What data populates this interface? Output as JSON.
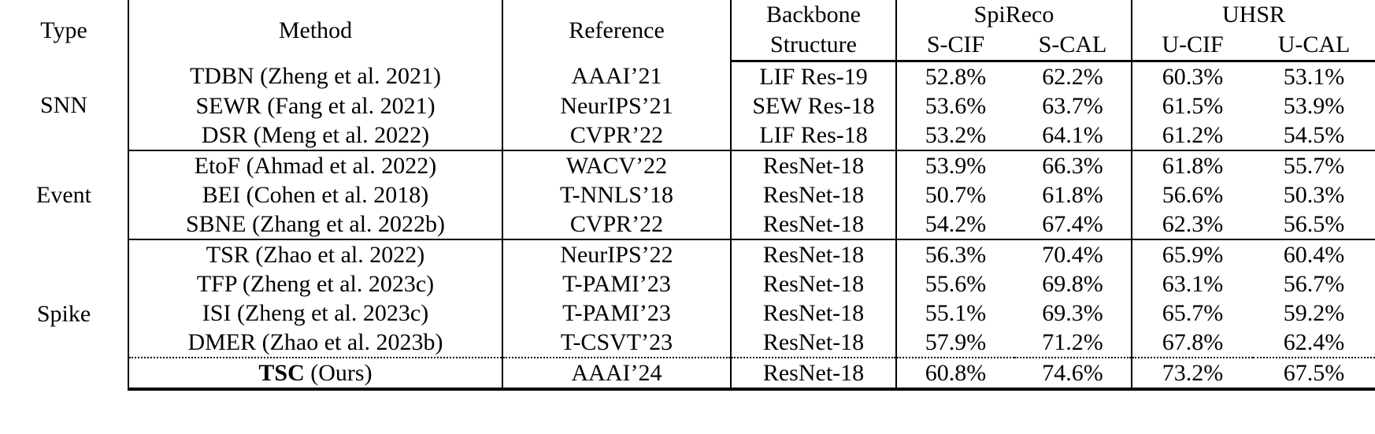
{
  "table": {
    "caption": "",
    "columns": {
      "type": "Type",
      "method": "Method",
      "reference": "Reference",
      "backbone_line1": "Backbone",
      "backbone_line2": "Structure",
      "group_spireco": "SpiReco",
      "group_uhsr": "UHSR",
      "s_cif": "S-CIF",
      "s_cal": "S-CAL",
      "u_cif": "U-CIF",
      "u_cal": "U-CAL"
    },
    "groups": [
      {
        "type": "SNN",
        "rows": [
          {
            "method": "TDBN (Zheng et al. 2021)",
            "method_bold": "",
            "reference": "AAAI’21",
            "backbone": "LIF Res-19",
            "s_cif": "52.8%",
            "s_cal": "62.2%",
            "u_cif": "60.3%",
            "u_cal": "53.1%",
            "highlight": false
          },
          {
            "method": "SEWR (Fang et al. 2021)",
            "method_bold": "",
            "reference": "NeurIPS’21",
            "backbone": "SEW Res-18",
            "s_cif": "53.6%",
            "s_cal": "63.7%",
            "u_cif": "61.5%",
            "u_cal": "53.9%",
            "highlight": false
          },
          {
            "method": "DSR (Meng et al. 2022)",
            "method_bold": "",
            "reference": "CVPR’22",
            "backbone": "LIF Res-18",
            "s_cif": "53.2%",
            "s_cal": "64.1%",
            "u_cif": "61.2%",
            "u_cal": "54.5%",
            "highlight": false
          }
        ]
      },
      {
        "type": "Event",
        "rows": [
          {
            "method": "EtoF (Ahmad et al. 2022)",
            "method_bold": "",
            "reference": "WACV’22",
            "backbone": "ResNet-18",
            "s_cif": "53.9%",
            "s_cal": "66.3%",
            "u_cif": "61.8%",
            "u_cal": "55.7%",
            "highlight": false
          },
          {
            "method": "BEI (Cohen et al. 2018)",
            "method_bold": "",
            "reference": "T-NNLS’18",
            "backbone": "ResNet-18",
            "s_cif": "50.7%",
            "s_cal": "61.8%",
            "u_cif": "56.6%",
            "u_cal": "50.3%",
            "highlight": false
          },
          {
            "method": "SBNE (Zhang et al. 2022b)",
            "method_bold": "",
            "reference": "CVPR’22",
            "backbone": "ResNet-18",
            "s_cif": "54.2%",
            "s_cal": "67.4%",
            "u_cif": "62.3%",
            "u_cal": "56.5%",
            "highlight": false
          }
        ]
      },
      {
        "type": "Spike",
        "rows": [
          {
            "method": "TSR (Zhao et al. 2022)",
            "method_bold": "",
            "reference": "NeurIPS’22",
            "backbone": "ResNet-18",
            "s_cif": "56.3%",
            "s_cal": "70.4%",
            "u_cif": "65.9%",
            "u_cal": "60.4%",
            "highlight": false
          },
          {
            "method": "TFP (Zheng et al. 2023c)",
            "method_bold": "",
            "reference": "T-PAMI’23",
            "backbone": "ResNet-18",
            "s_cif": "55.6%",
            "s_cal": "69.8%",
            "u_cif": "63.1%",
            "u_cal": "56.7%",
            "highlight": false
          },
          {
            "method": "ISI (Zheng et al. 2023c)",
            "method_bold": "",
            "reference": "T-PAMI’23",
            "backbone": "ResNet-18",
            "s_cif": "55.1%",
            "s_cal": "69.3%",
            "u_cif": "65.7%",
            "u_cal": "59.2%",
            "highlight": false
          },
          {
            "method": "DMER (Zhao et al. 2023b)",
            "method_bold": "",
            "reference": "T-CSVT’23",
            "backbone": "ResNet-18",
            "s_cif": "57.9%",
            "s_cal": "71.2%",
            "u_cif": "67.8%",
            "u_cal": "62.4%",
            "highlight": false
          },
          {
            "method": " (Ours)",
            "method_bold": "TSC",
            "reference": "AAAI’24",
            "backbone": "ResNet-18",
            "s_cif": "60.8%",
            "s_cal": "74.6%",
            "u_cif": "73.2%",
            "u_cal": "67.5%",
            "highlight": true
          }
        ]
      }
    ]
  }
}
